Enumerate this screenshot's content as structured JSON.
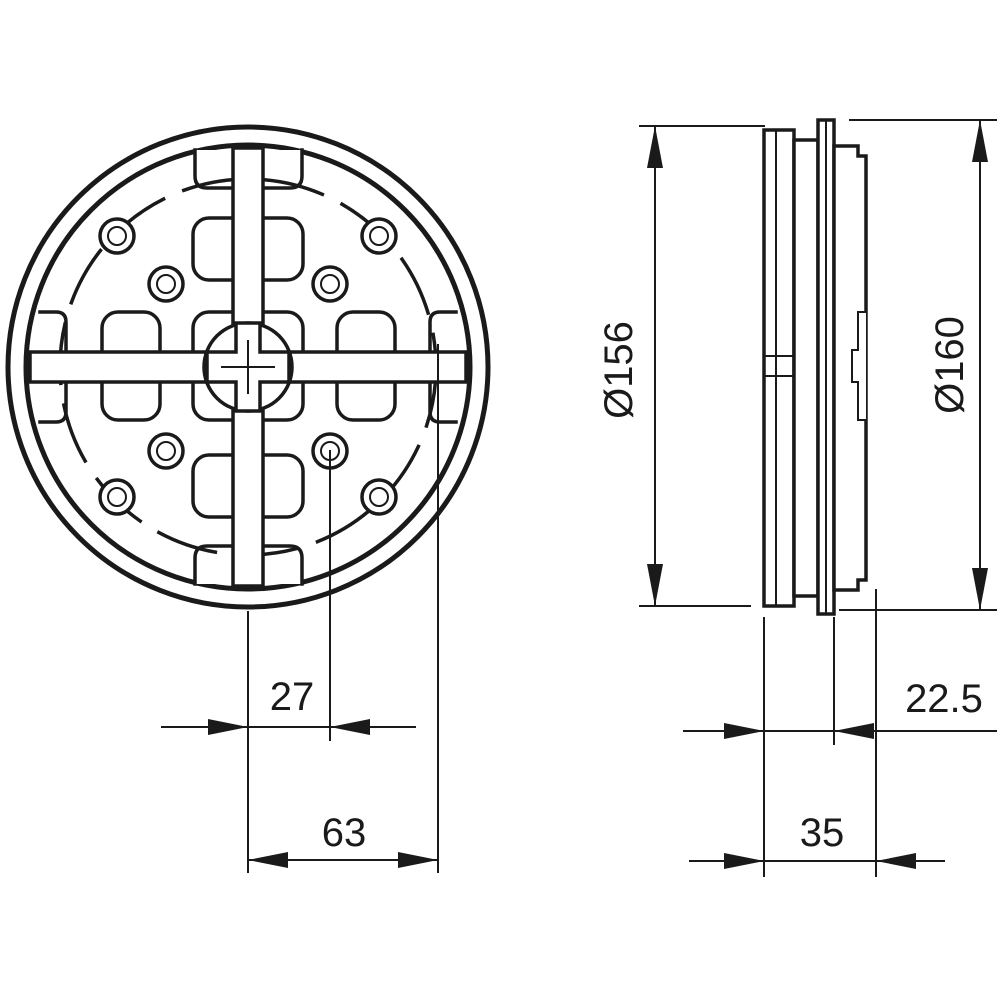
{
  "dimensions": {
    "outer_diameter": "Ø160",
    "inner_diameter": "Ø156",
    "hole_spacing_small": "27",
    "hole_spacing_large": "63",
    "depth_total": "35",
    "depth_partial": "22.5"
  },
  "colors": {
    "line": "#1a1a1a",
    "background": "#ffffff"
  }
}
